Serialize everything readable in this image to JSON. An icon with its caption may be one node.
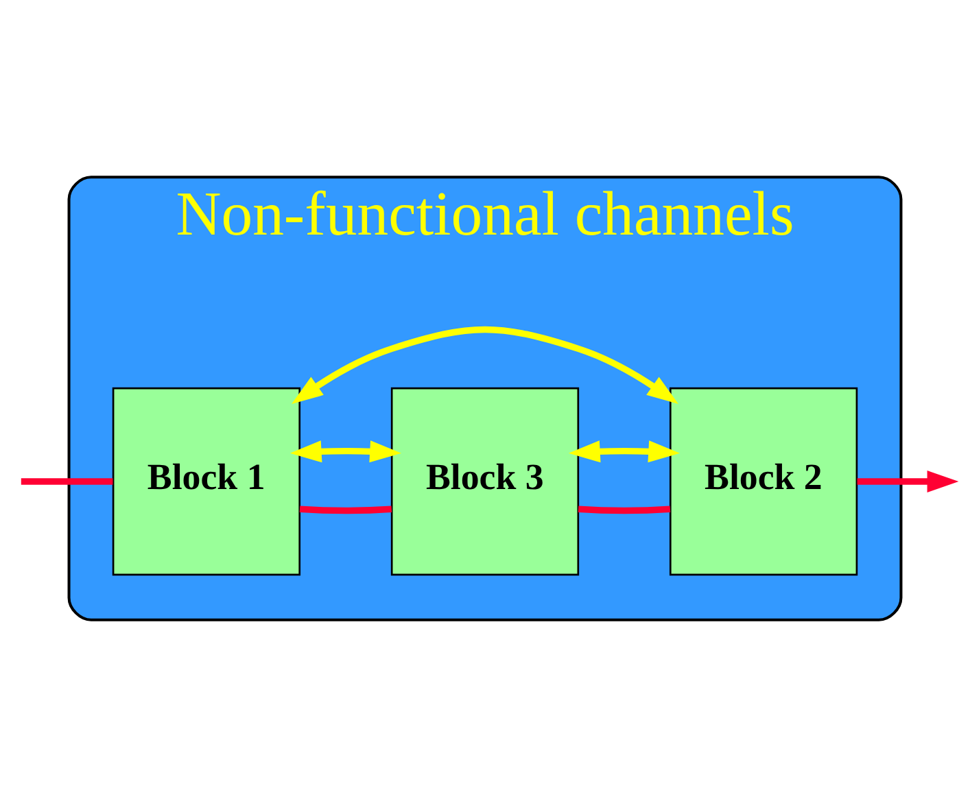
{
  "diagram": {
    "nodes": [
      {
        "text": [
          "Non-functional channels"
        ]
      },
      {
        "text": [
          "Block 3"
        ],
        "in": 0
      },
      {
        "text": [
          "Block 1"
        ],
        "in": 0
      },
      {
        "text": [
          "Block 2"
        ],
        "in": 0
      }
    ],
    "edges": [
      {
        "from": null,
        "to": 2,
        "arrow": "none",
        "color": "#ff0033"
      },
      {
        "from": 2,
        "to": 1,
        "arrow": "none",
        "color": "#ff0033"
      },
      {
        "from": 1,
        "to": 3,
        "arrow": "none",
        "color": "#ff0033"
      },
      {
        "from": 3,
        "to": null,
        "arrow": "to",
        "color": "#ff0033"
      },
      {
        "from": 2,
        "to": 3,
        "arrow": "both",
        "color": "#ffff00"
      },
      {
        "from": 2,
        "to": 1,
        "arrow": "both",
        "color": "#ffff00"
      },
      {
        "from": 3,
        "to": 1,
        "arrow": "both",
        "color": "#ffff00"
      }
    ]
  }
}
